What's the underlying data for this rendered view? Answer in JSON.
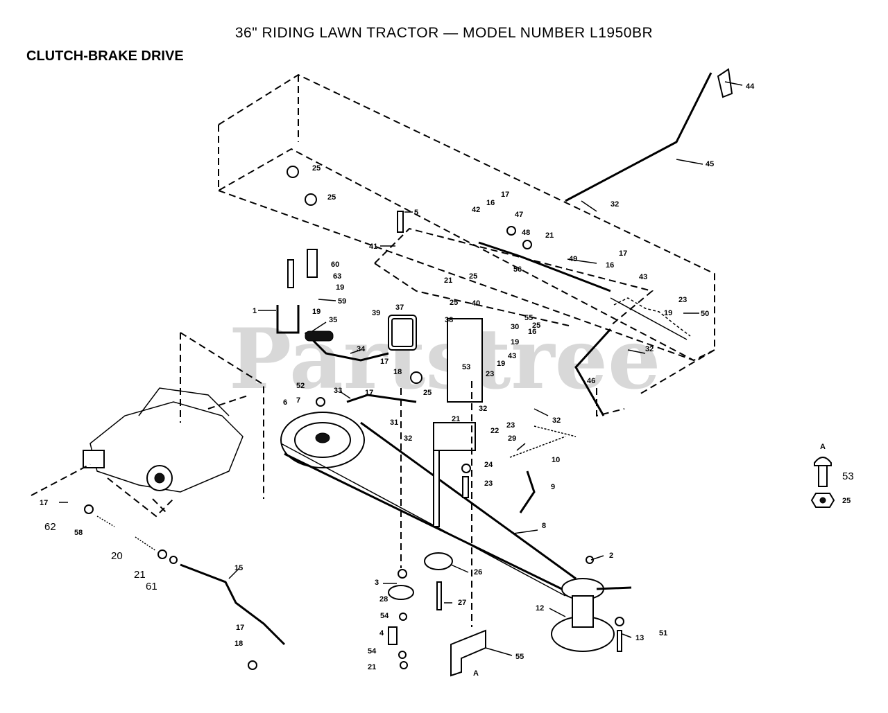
{
  "header": {
    "title": "36\" RIDING LAWN TRACTOR — MODEL NUMBER L1950BR",
    "section": "CLUTCH-BRAKE DRIVE"
  },
  "watermark": "Partstree",
  "callouts": [
    {
      "id": "44",
      "label": "44"
    },
    {
      "id": "45",
      "label": "45"
    },
    {
      "id": "25a",
      "label": "25"
    },
    {
      "id": "25b",
      "label": "25"
    },
    {
      "id": "5",
      "label": "5"
    },
    {
      "id": "42",
      "label": "42"
    },
    {
      "id": "16a",
      "label": "16"
    },
    {
      "id": "17a",
      "label": "17"
    },
    {
      "id": "47",
      "label": "47"
    },
    {
      "id": "32a",
      "label": "32"
    },
    {
      "id": "48",
      "label": "48"
    },
    {
      "id": "21a",
      "label": "21"
    },
    {
      "id": "41",
      "label": "41"
    },
    {
      "id": "60",
      "label": "60"
    },
    {
      "id": "63",
      "label": "63"
    },
    {
      "id": "19a",
      "label": "19"
    },
    {
      "id": "59",
      "label": "59"
    },
    {
      "id": "1",
      "label": "1"
    },
    {
      "id": "19b",
      "label": "19"
    },
    {
      "id": "49",
      "label": "49"
    },
    {
      "id": "17b",
      "label": "17"
    },
    {
      "id": "16b",
      "label": "16"
    },
    {
      "id": "43a",
      "label": "43"
    },
    {
      "id": "19c",
      "label": "19"
    },
    {
      "id": "23a",
      "label": "23"
    },
    {
      "id": "50",
      "label": "50"
    },
    {
      "id": "56",
      "label": "56"
    },
    {
      "id": "21b",
      "label": "21"
    },
    {
      "id": "25c",
      "label": "25"
    },
    {
      "id": "25d",
      "label": "25"
    },
    {
      "id": "40",
      "label": "40"
    },
    {
      "id": "37",
      "label": "37"
    },
    {
      "id": "39",
      "label": "39"
    },
    {
      "id": "38",
      "label": "38"
    },
    {
      "id": "30",
      "label": "30"
    },
    {
      "id": "55a",
      "label": "55"
    },
    {
      "id": "25e",
      "label": "25"
    },
    {
      "id": "19d",
      "label": "19"
    },
    {
      "id": "16c",
      "label": "16"
    },
    {
      "id": "32b",
      "label": "32"
    },
    {
      "id": "35",
      "label": "35"
    },
    {
      "id": "34",
      "label": "34"
    },
    {
      "id": "17c",
      "label": "17"
    },
    {
      "id": "18",
      "label": "18"
    },
    {
      "id": "53",
      "label": "53"
    },
    {
      "id": "43b",
      "label": "43"
    },
    {
      "id": "19e",
      "label": "19"
    },
    {
      "id": "46",
      "label": "46"
    },
    {
      "id": "23b",
      "label": "23"
    },
    {
      "id": "33",
      "label": "33"
    },
    {
      "id": "17d",
      "label": "17"
    },
    {
      "id": "25f",
      "label": "25"
    },
    {
      "id": "52",
      "label": "52"
    },
    {
      "id": "7",
      "label": "7"
    },
    {
      "id": "6",
      "label": "6"
    },
    {
      "id": "32c",
      "label": "32"
    },
    {
      "id": "23c",
      "label": "23"
    },
    {
      "id": "32d",
      "label": "32"
    },
    {
      "id": "31",
      "label": "31"
    },
    {
      "id": "21c",
      "label": "21"
    },
    {
      "id": "32e",
      "label": "32"
    },
    {
      "id": "22",
      "label": "22"
    },
    {
      "id": "29",
      "label": "29"
    },
    {
      "id": "24",
      "label": "24"
    },
    {
      "id": "10",
      "label": "10"
    },
    {
      "id": "23d",
      "label": "23"
    },
    {
      "id": "9",
      "label": "9"
    },
    {
      "id": "8",
      "label": "8"
    },
    {
      "id": "2",
      "label": "2"
    },
    {
      "id": "17e",
      "label": "17"
    },
    {
      "id": "62",
      "label": "62"
    },
    {
      "id": "58",
      "label": "58"
    },
    {
      "id": "20",
      "label": "20"
    },
    {
      "id": "21d",
      "label": "21"
    },
    {
      "id": "61",
      "label": "61"
    },
    {
      "id": "15",
      "label": "15"
    },
    {
      "id": "3",
      "label": "3"
    },
    {
      "id": "26a",
      "label": "26"
    },
    {
      "id": "28",
      "label": "28"
    },
    {
      "id": "27",
      "label": "27"
    },
    {
      "id": "54a",
      "label": "54"
    },
    {
      "id": "4",
      "label": "4"
    },
    {
      "id": "54b",
      "label": "54"
    },
    {
      "id": "21e",
      "label": "21"
    },
    {
      "id": "17f",
      "label": "17"
    },
    {
      "id": "18b",
      "label": "18"
    },
    {
      "id": "12",
      "label": "12"
    },
    {
      "id": "13",
      "label": "13"
    },
    {
      "id": "51",
      "label": "51"
    },
    {
      "id": "55b",
      "label": "55"
    },
    {
      "id": "A1",
      "label": "A"
    }
  ],
  "detail": {
    "marker": "A",
    "items": [
      {
        "label": "53"
      },
      {
        "label": "25"
      }
    ]
  }
}
